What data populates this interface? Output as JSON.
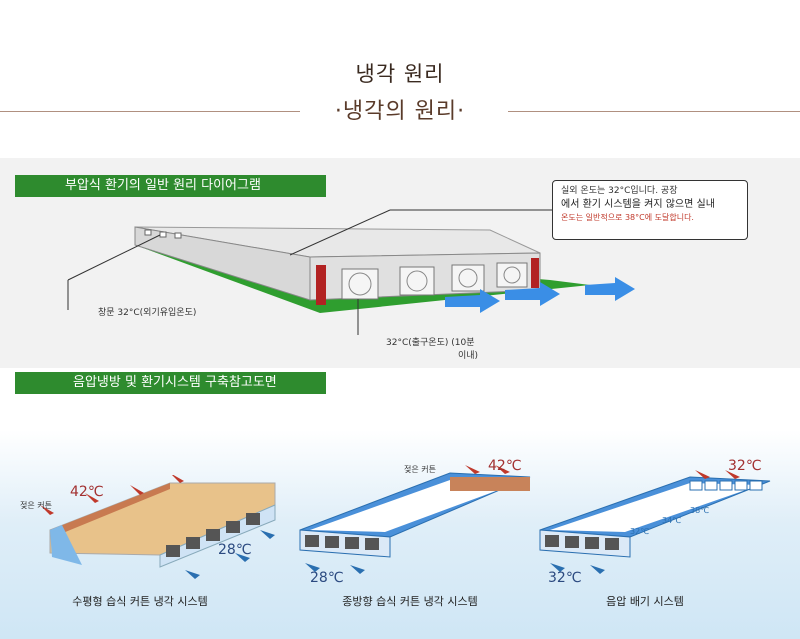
{
  "header": {
    "title_top": "냉각 원리",
    "title_main": "·냉각의 원리·"
  },
  "section1": {
    "heading": "부압식 환기의 일반 원리 다이어그램",
    "callout_line1": "실외 온도는 32°C입니다. 공장",
    "callout_line2": "에서 환기 시스템을 켜지 않으면 실내",
    "callout_line3": "온도는 일반적으로 38°C에 도달합니다.",
    "label_window": "창문 32°C(외기유입온도)",
    "label_outlet_1": "32°C(출구온도) (10분",
    "label_outlet_2": "이내)"
  },
  "section2": {
    "heading": "음압냉방 및 환기시스템 구축참고도면",
    "systems": [
      {
        "label": "수평형 습식 커튼 냉각 시스템",
        "wet_curtain": "젖은 커튼",
        "temp_in": "42℃",
        "temp_out": "28℃"
      },
      {
        "label": "종방향 습식 커튼 냉각 시스템",
        "wet_curtain": "젖은 커튼",
        "temp_in": "42℃",
        "temp_out": "28℃"
      },
      {
        "label": "음압 배기 시스템",
        "temp_in": "32℃",
        "t1": "32℃",
        "t2": "34℃",
        "t3": "38℃",
        "temp_out": "32℃"
      }
    ]
  },
  "colors": {
    "green": "#2e8b2e",
    "arrow_blue": "#3a8ee6",
    "warm_red": "#c0392b"
  }
}
